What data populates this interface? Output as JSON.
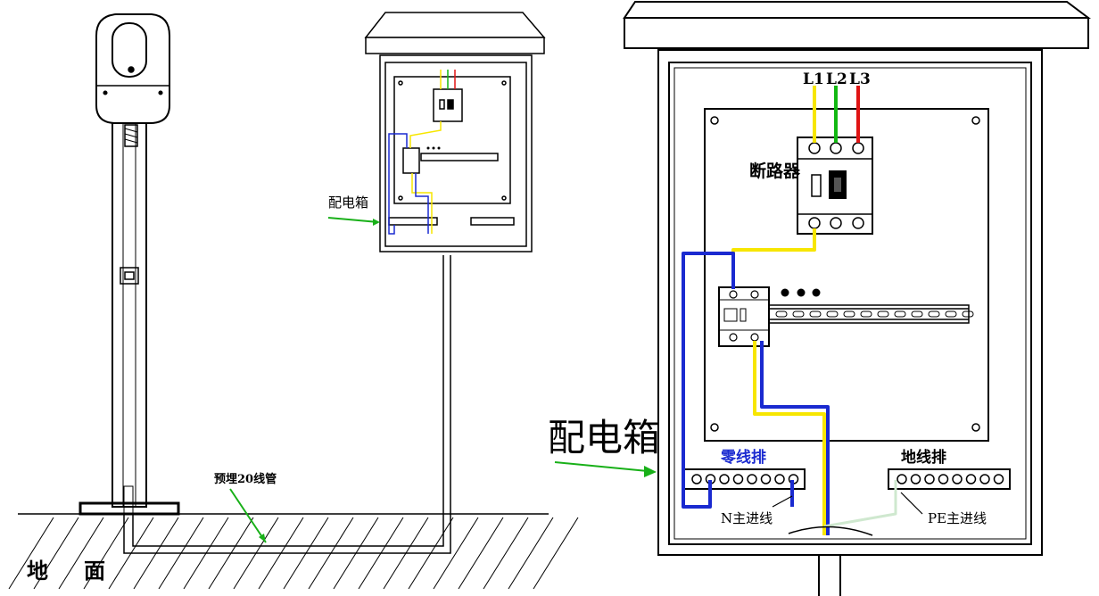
{
  "labels": {
    "ground": "地",
    "ground2": "面",
    "conduit": "预埋20线管",
    "box_small": "配电箱",
    "box_large": "配电箱",
    "breaker": "断路器",
    "phase_l1": "L1",
    "phase_l2": "L2",
    "phase_l3": "L3",
    "neutral_bar": "零线排",
    "ground_bar": "地线排",
    "n_main": "N主进线",
    "pe_main": "PE主进线"
  },
  "colors": {
    "l1": "#f7e600",
    "l2": "#12b812",
    "l3": "#e01414",
    "neutral": "#1a2ad0",
    "pe": "#cfe8cf",
    "arrow": "#18b018"
  }
}
